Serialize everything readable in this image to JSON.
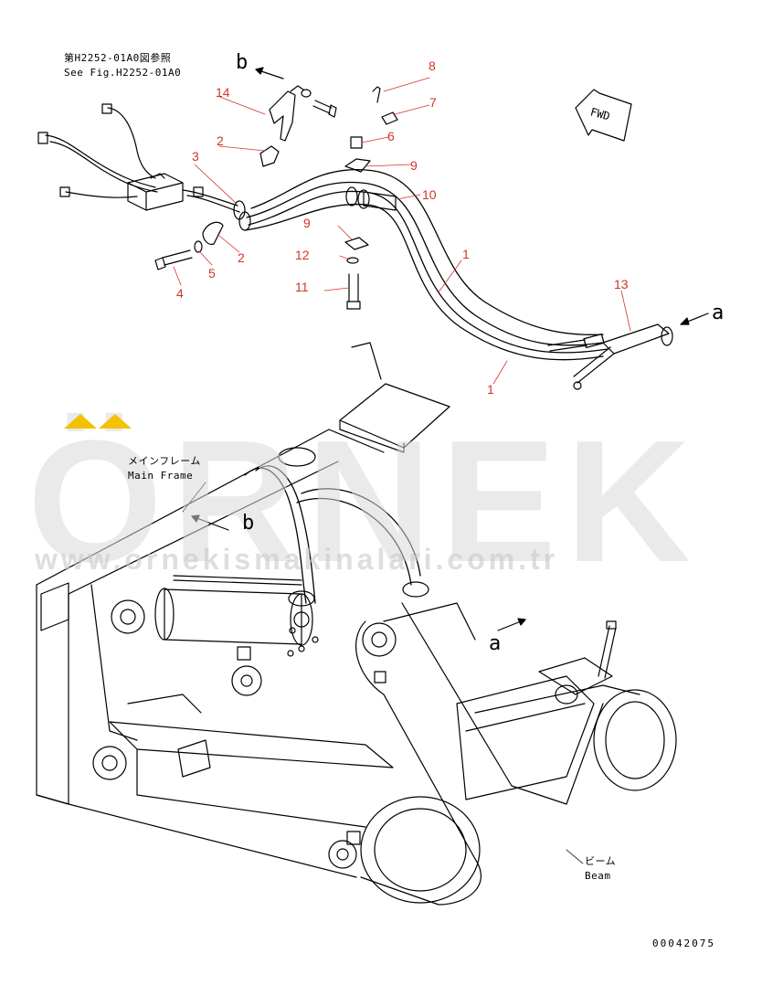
{
  "reference": {
    "line1": "第H2252-01A0図参照",
    "line2": "See Fig.H2252-01A0"
  },
  "callouts": [
    "1",
    "1",
    "2",
    "2",
    "3",
    "4",
    "5",
    "6",
    "7",
    "8",
    "9",
    "9",
    "10",
    "11",
    "12",
    "13",
    "14"
  ],
  "view_markers": {
    "b": "b",
    "a": "a"
  },
  "fwd_label": "FWD",
  "main_frame": {
    "jp": "メインフレーム",
    "en": "Main Frame"
  },
  "beam": {
    "jp": "ビーム",
    "en": "Beam"
  },
  "drawing_number": "00042075",
  "watermark": {
    "brand": "ÖRNEK",
    "url": "www.ornekismakinalari.com.tr"
  },
  "colors": {
    "callout": "#d0342c",
    "line": "#000000",
    "watermark": "#d9d9d9",
    "accent": "#f2c200"
  }
}
